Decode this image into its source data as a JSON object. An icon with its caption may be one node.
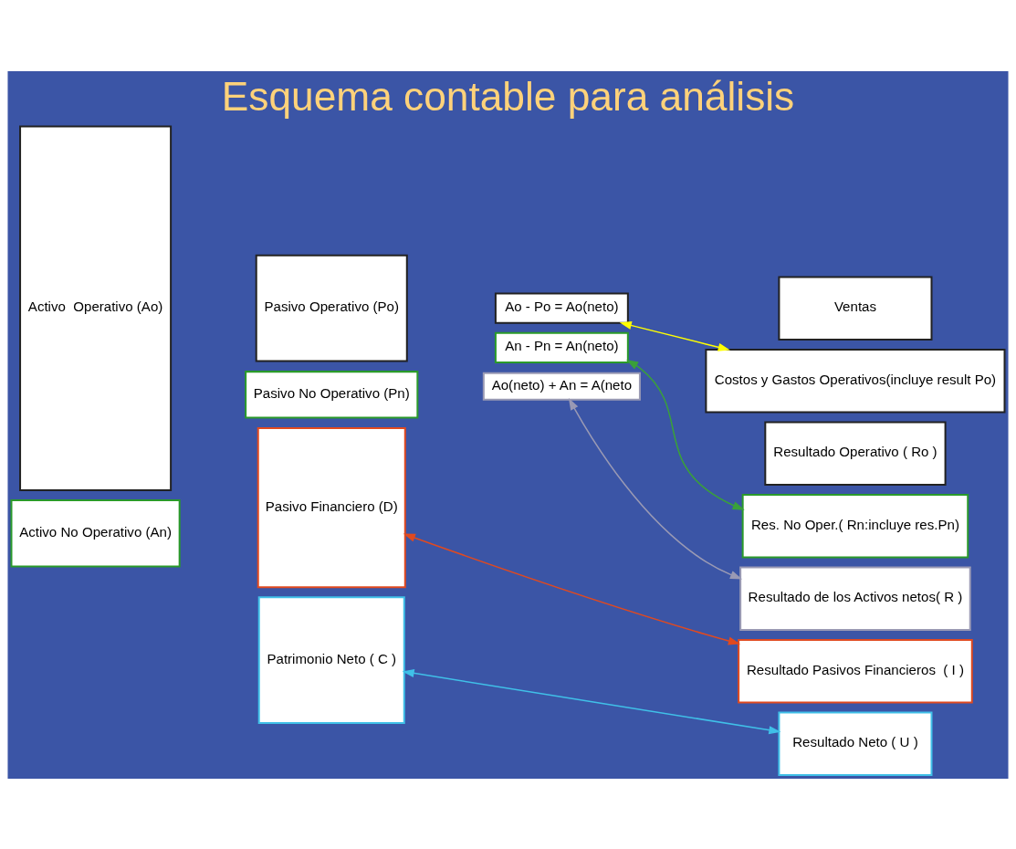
{
  "diagram": {
    "title": "Esquema contable para análisis",
    "nodes": [
      {
        "text": [
          "Activo  Operativo (Ao)"
        ]
      },
      {
        "text": [
          "Pasivo Operativo (Po)"
        ]
      },
      {
        "text": [
          "Pasivo No Operativo (Pn)"
        ]
      },
      {
        "text": [
          "Pasivo Financiero (D)"
        ]
      },
      {
        "text": [
          "Patrimonio Neto ( C )"
        ]
      },
      {
        "text": [
          "Activo No Operativo (An)"
        ]
      },
      {
        "text": [
          "Ao - Po = Ao(neto)"
        ]
      },
      {
        "text": [
          "An - Pn = An(neto)"
        ]
      },
      {
        "text": [
          "Ao(neto) + An = A(neto"
        ]
      },
      {
        "text": [
          "Ventas"
        ]
      },
      {
        "text": [
          "Costos y Gastos Operativos(incluye result Po)"
        ]
      },
      {
        "text": [
          "Resultado Operativo ( Ro )"
        ]
      },
      {
        "text": [
          "Res. No Oper.( Rn:incluye res.Pn)"
        ]
      },
      {
        "text": [
          "Resultado de los Activos netos( R )"
        ]
      },
      {
        "text": [
          "Resultado Pasivos Financieros  ( I )"
        ]
      },
      {
        "text": [
          "Resultado Neto ( U )"
        ]
      }
    ],
    "edges": [
      {
        "from": 6,
        "to": 10,
        "arrow": "both",
        "color": "#ffff00"
      },
      {
        "from": 7,
        "to": 12,
        "arrow": "both",
        "color": "#3aa03a"
      },
      {
        "from": 3,
        "to": 14,
        "arrow": "both",
        "color": "#e04a20"
      },
      {
        "from": 8,
        "to": 13,
        "arrow": "both",
        "color": "#9a9ab4"
      },
      {
        "from": 4,
        "to": 15,
        "arrow": "both",
        "color": "#40c0e8"
      }
    ]
  }
}
